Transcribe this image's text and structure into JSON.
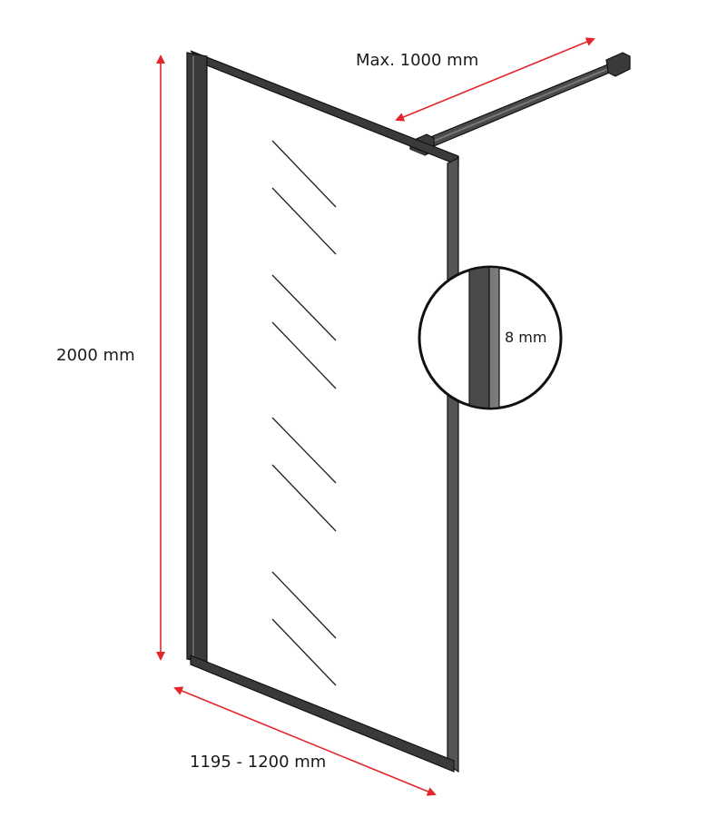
{
  "labels": {
    "height": "2000 mm",
    "width": "1195 - 1200 mm",
    "bar_length": "Max. 1000 mm",
    "glass_thickness": "8 mm"
  },
  "colors": {
    "arrow": "#e3262b",
    "frame": "#3a3a3a",
    "frame_light": "#6e6e6e",
    "outline": "#111111"
  }
}
